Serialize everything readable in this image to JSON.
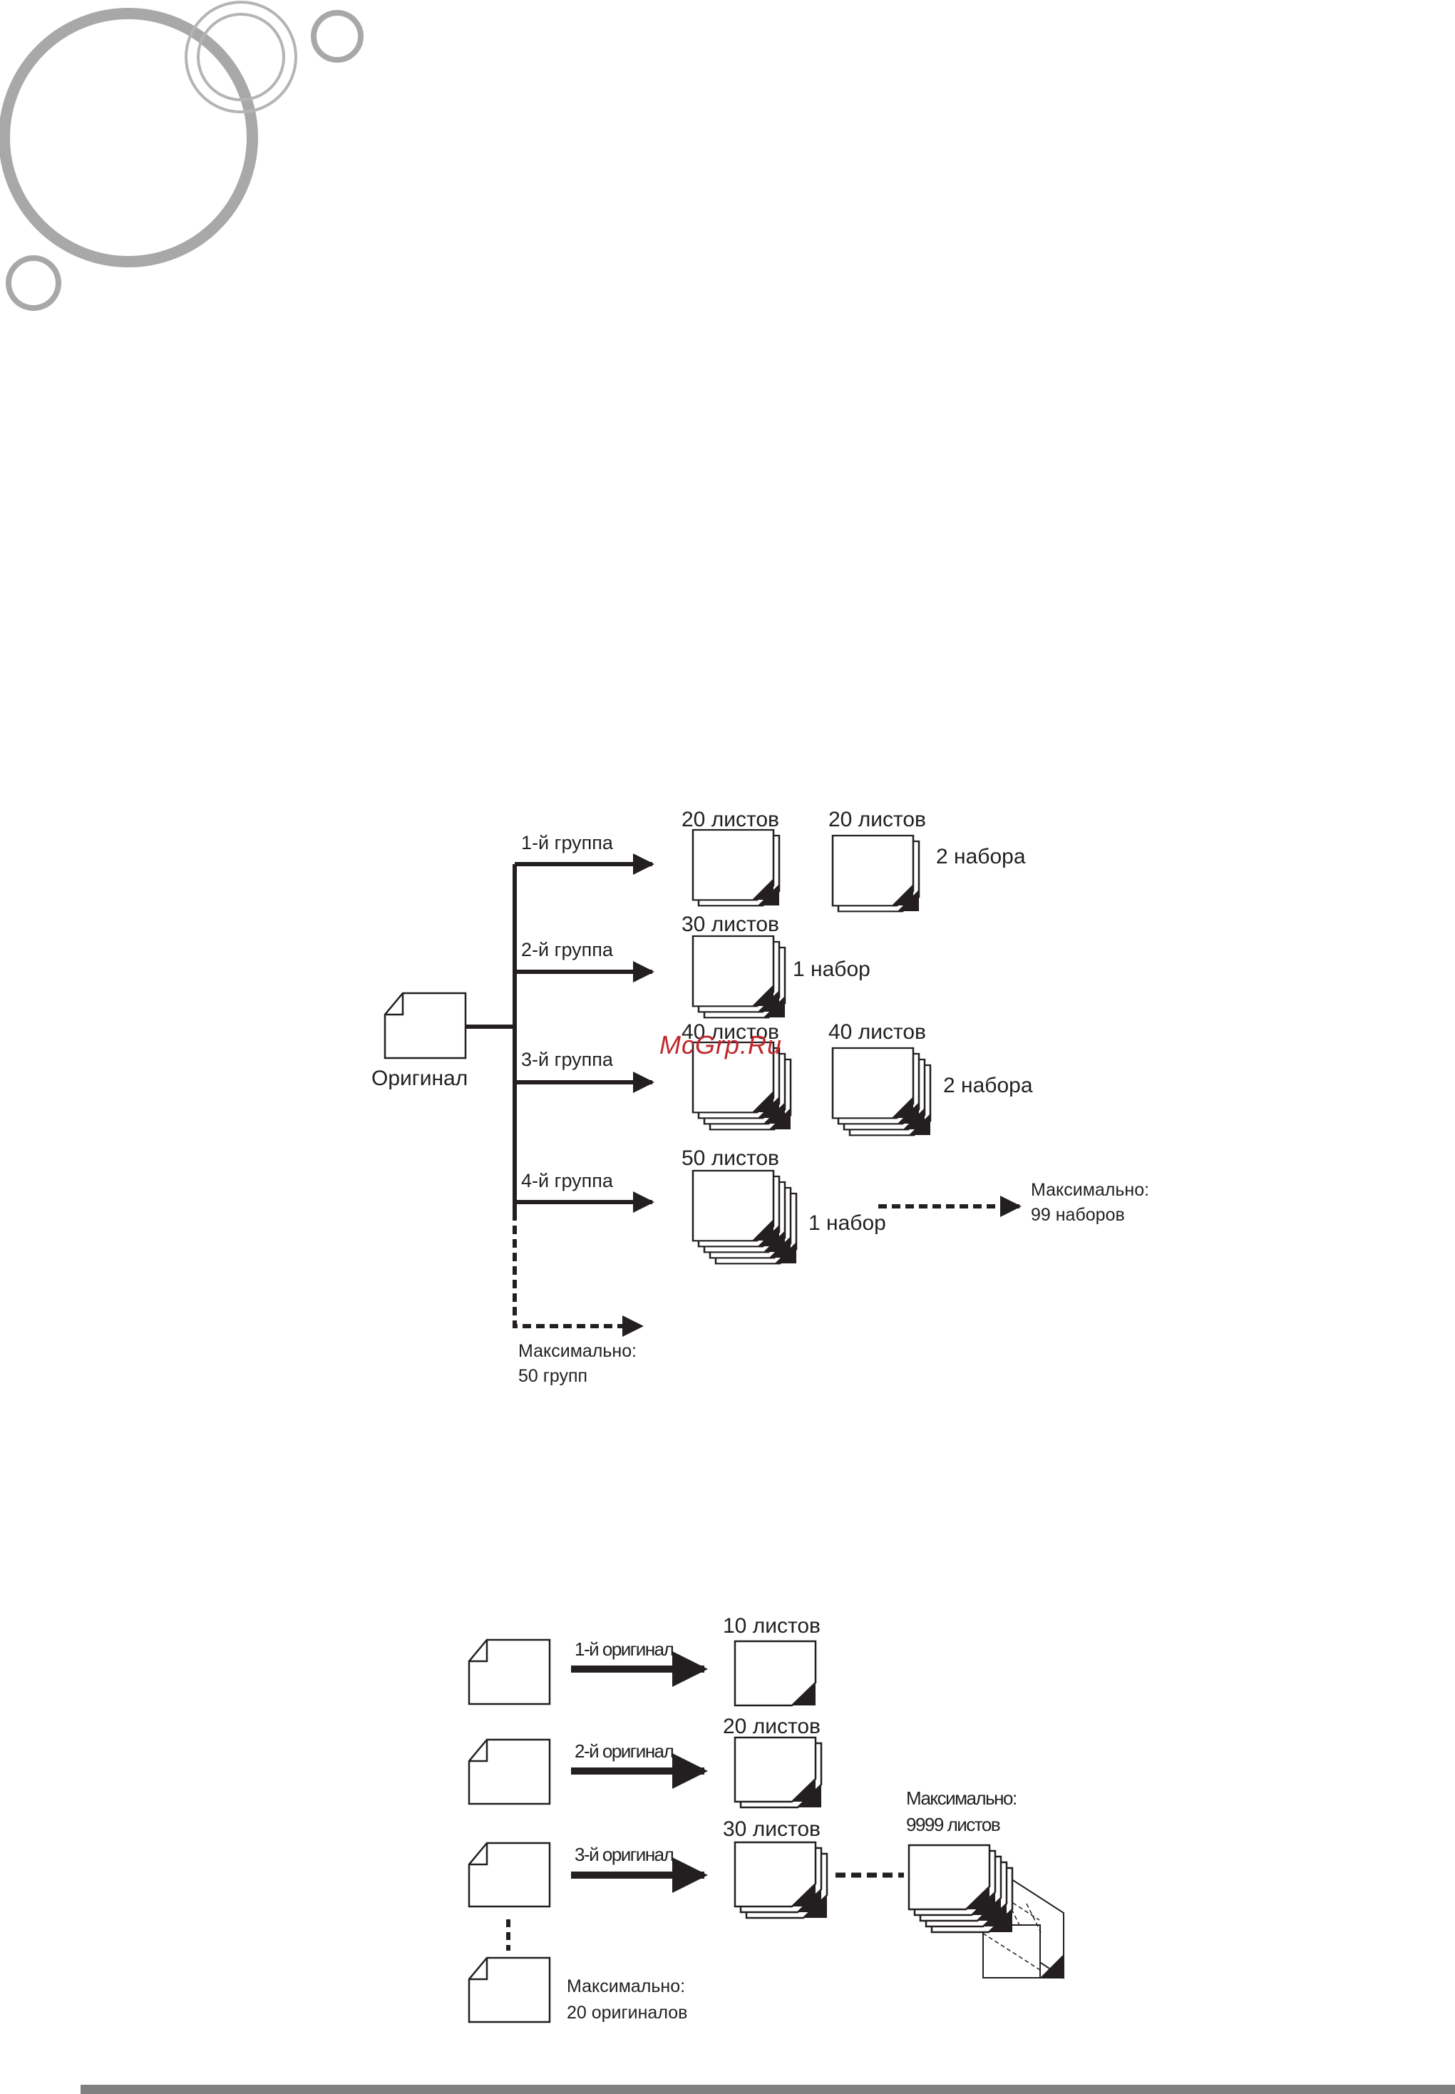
{
  "diagram1": {
    "original_label": "Оригинал",
    "groups": [
      {
        "label": "1-й группа",
        "sheets": [
          "20 листов",
          "20 листов"
        ],
        "sets": "2 набора"
      },
      {
        "label": "2-й группа",
        "sheets": [
          "30 листов"
        ],
        "sets": "1 набор"
      },
      {
        "label": "3-й группа",
        "sheets": [
          "40 листов",
          "40 листов"
        ],
        "sets": "2 набора"
      },
      {
        "label": "4-й группа",
        "sheets": [
          "50 листов"
        ],
        "sets": "1 набор"
      }
    ],
    "max_sets_title": "Максимально:",
    "max_sets_value": "99 наборов",
    "max_groups_title": "Максимально:",
    "max_groups_value": "50 групп"
  },
  "watermark": "McGrp.Ru",
  "diagram2": {
    "rows": [
      {
        "label": "1-й оригинал",
        "sheets": "10  листов"
      },
      {
        "label": "2-й оригинал",
        "sheets": "20  листов"
      },
      {
        "label": "3-й оригинал",
        "sheets": "30  листов"
      }
    ],
    "max_sheets_title": "Максимально:",
    "max_sheets_value": "9999 листов",
    "max_originals_title": "Максимально:",
    "max_originals_value": "20 оригиналов"
  }
}
